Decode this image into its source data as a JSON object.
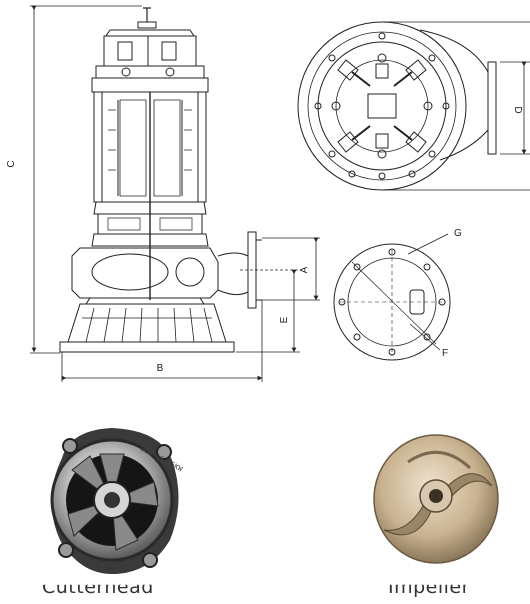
{
  "dimensions": {
    "a": "A",
    "b": "B",
    "c": "C",
    "d": "D",
    "e": "E",
    "f": "F",
    "g": "G"
  },
  "photos": {
    "cutterhead_caption": "Cutterhead",
    "impeller_caption": "Impeller",
    "cutterhead_stamp": "200-15-15KW"
  }
}
